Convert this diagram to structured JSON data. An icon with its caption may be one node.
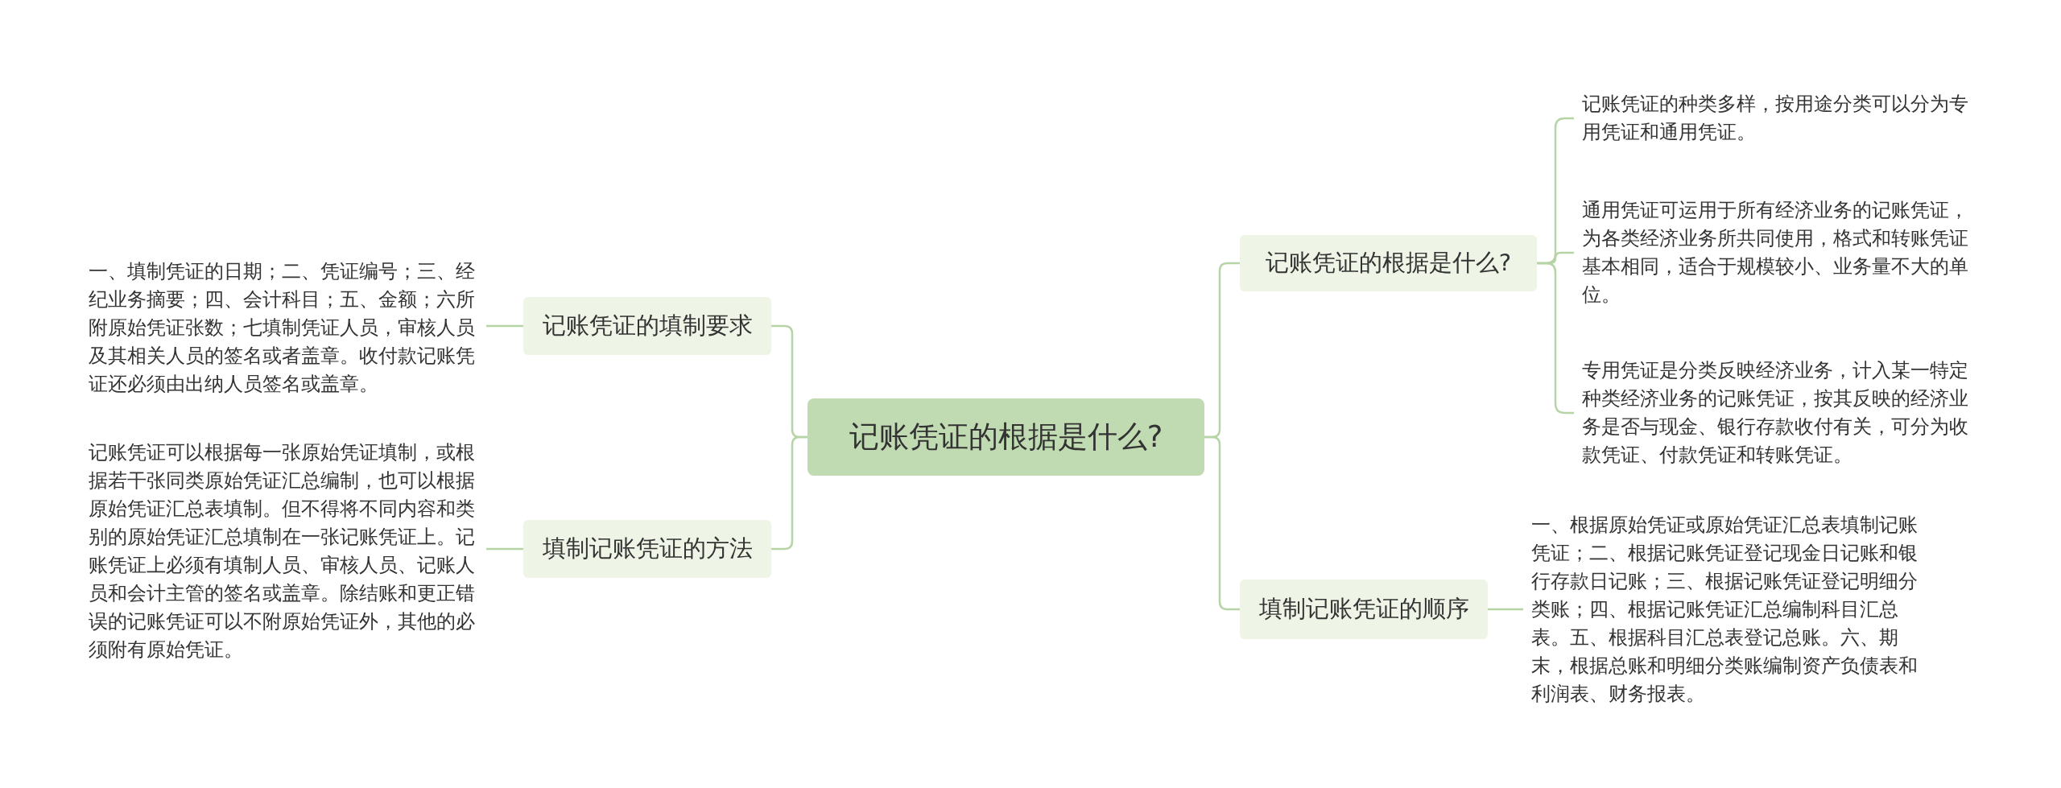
{
  "diagram": {
    "nodes": [
      {
        "text": [
          "记账凭证的根据是什么?"
        ]
      },
      {
        "text": [
          "记账凭证的填制要求"
        ]
      },
      {
        "text": [
          "一、填制凭证的日期；二、凭证编号；三、经纪业务摘要；四、会计科目；五、金额；六所附原始凭证张数；七填制凭证人员，审核人员及其相关人员的签名或者盖章。收付款记账凭证还必须由出纳人员签名或盖章。"
        ]
      },
      {
        "text": [
          "填制记账凭证的方法"
        ]
      },
      {
        "text": [
          "记账凭证可以根据每一张原始凭证填制，或根据若干张同类原始凭证汇总编制，也可以根据原始凭证汇总表填制。但不得将不同内容和类别的原始凭证汇总填制在一张记账凭证上。记账凭证上必须有填制人员、审核人员、记账人员和会计主管的签名或盖章。除结账和更正错误的记账凭证可以不附原始凭证外，其他的必须附有原始凭证。"
        ]
      },
      {
        "text": [
          "记账凭证的根据是什么?"
        ]
      },
      {
        "text": [
          "记账凭证的种类多样，按用途分类可以分为专用凭证和通用凭证。"
        ]
      },
      {
        "text": [
          "通用凭证可运用于所有经济业务的记账凭证，为各类经济业务所共同使用，格式和转账凭证基本相同，适合于规模较小、业务量不大的单位。"
        ]
      },
      {
        "text": [
          "专用凭证是分类反映经济业务，计入某一特定种类经济业务的记账凭证，按其反映的经济业务是否与现金、银行存款收付有关，可分为收款凭证、付款凭证和转账凭证。"
        ]
      },
      {
        "text": [
          "填制记账凭证的顺序"
        ]
      },
      {
        "text": [
          "一、根据原始凭证或原始凭证汇总表填制记账凭证；二、根据记账凭证登记现金日记账和银行存款日记账；三、根据记账凭证登记明细分类账；四、根据记账凭证汇总编制科目汇总表。五、根据科目汇总表登记总账。六、期末，根据总账和明细分类账编制资产负债表和利润表、财务报表。"
        ]
      }
    ],
    "edges": [
      {
        "from": 0,
        "to": 1,
        "arrow": "none"
      },
      {
        "from": 1,
        "to": 2,
        "arrow": "none"
      },
      {
        "from": 0,
        "to": 3,
        "arrow": "none"
      },
      {
        "from": 3,
        "to": 4,
        "arrow": "none"
      },
      {
        "from": 0,
        "to": 5,
        "arrow": "none"
      },
      {
        "from": 5,
        "to": 6,
        "arrow": "none"
      },
      {
        "from": 5,
        "to": 7,
        "arrow": "none"
      },
      {
        "from": 5,
        "to": 8,
        "arrow": "none"
      },
      {
        "from": 0,
        "to": 9,
        "arrow": "none"
      },
      {
        "from": 9,
        "to": 10,
        "arrow": "none"
      }
    ]
  }
}
